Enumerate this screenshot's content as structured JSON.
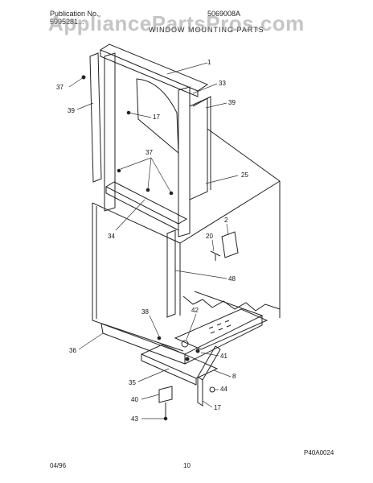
{
  "header": {
    "publication_label": "Publication No.",
    "publication_number": "5995281...",
    "model": "5069008A",
    "section_title": "WINDOW MOUNTING PARTS"
  },
  "watermark": "AppliancePartsPros.com",
  "part_labels": [
    {
      "id": "1",
      "text": "1"
    },
    {
      "id": "37a",
      "text": "37"
    },
    {
      "id": "33",
      "text": "33"
    },
    {
      "id": "39a",
      "text": "39"
    },
    {
      "id": "17a",
      "text": "17"
    },
    {
      "id": "39b",
      "text": "39"
    },
    {
      "id": "37b",
      "text": "37"
    },
    {
      "id": "25",
      "text": "25"
    },
    {
      "id": "2",
      "text": "2"
    },
    {
      "id": "34",
      "text": "34"
    },
    {
      "id": "20",
      "text": "20"
    },
    {
      "id": "48",
      "text": "48"
    },
    {
      "id": "38",
      "text": "38"
    },
    {
      "id": "42",
      "text": "42"
    },
    {
      "id": "36",
      "text": "36"
    },
    {
      "id": "41",
      "text": "41"
    },
    {
      "id": "35",
      "text": "35"
    },
    {
      "id": "8",
      "text": "8"
    },
    {
      "id": "44",
      "text": "44"
    },
    {
      "id": "40",
      "text": "40"
    },
    {
      "id": "17b",
      "text": "17"
    },
    {
      "id": "43",
      "text": "43"
    }
  ],
  "diagram_code": "P40A0024",
  "footer": {
    "date": "04/96",
    "page": "10"
  }
}
